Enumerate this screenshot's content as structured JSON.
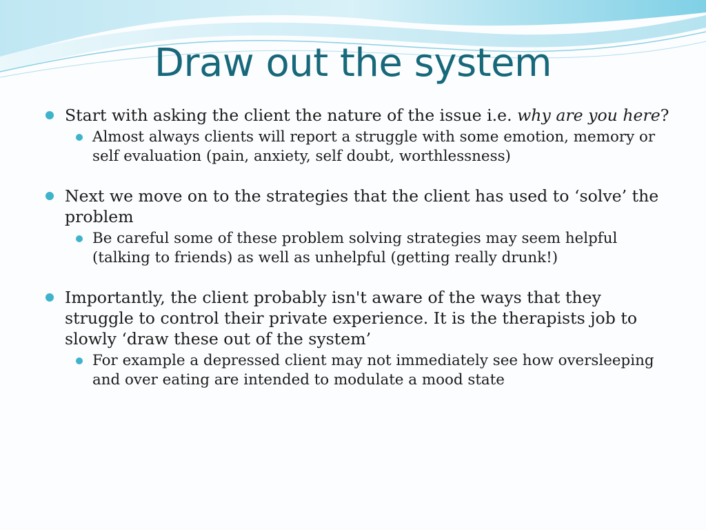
{
  "slide": {
    "title": "Draw out the system",
    "accent_color": "#17687a",
    "bullet_color": "#3fb3cc",
    "bullets": [
      {
        "text_before": "Start with asking the client the nature of the issue i.e. ",
        "text_italic": "why are you here",
        "text_after": "?",
        "sub": "Almost always clients will report a struggle with some emotion, memory or self evaluation (pain, anxiety, self doubt, worthlessness)"
      },
      {
        "text": "Next we move on to the strategies that the client has used to ‘solve’ the problem",
        "sub": "Be careful some of these problem solving strategies may seem helpful (talking to friends) as well as unhelpful (getting really drunk!)"
      },
      {
        "text": "Importantly, the client probably isn't aware of the ways that they struggle to control their private experience. It is the therapists job to slowly ‘draw these out of the system’",
        "sub": "For example a depressed client may not immediately see how oversleeping and over eating are intended to modulate a mood state"
      }
    ]
  }
}
